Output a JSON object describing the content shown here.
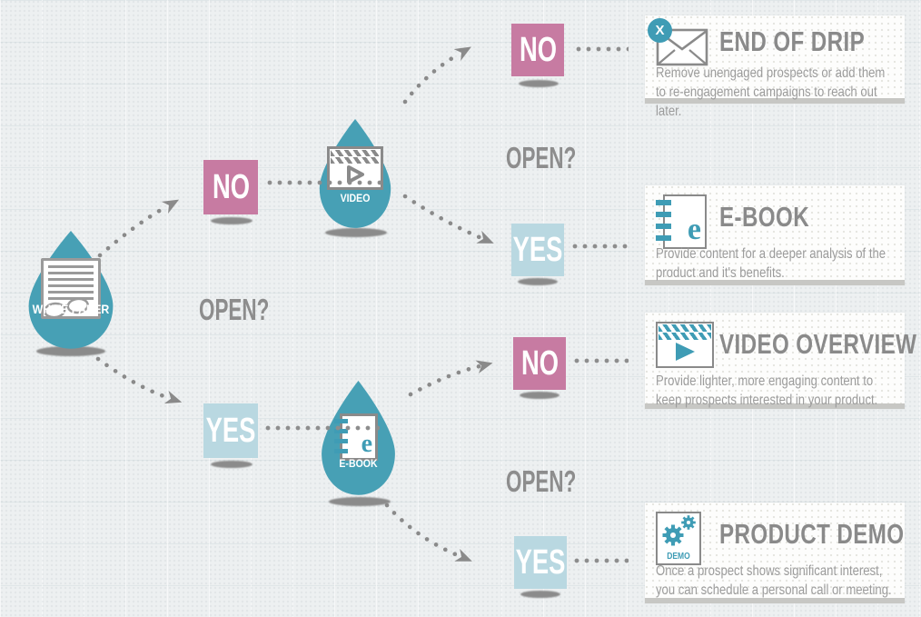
{
  "colors": {
    "teal": "#3f9cb5",
    "droplet_teal": "#47a0b5",
    "pink": "#c77ba2",
    "light_blue": "#b9d8e1",
    "title_gray": "#8a8a8a",
    "body_gray": "#9b9b9b",
    "background": "#edf0f1"
  },
  "nodes": {
    "white_paper": "WHITE PAPER",
    "video": "VIDEO",
    "ebook": "E-BOOK"
  },
  "decisions": {
    "root": "OPEN?",
    "video": "OPEN?",
    "ebook": "OPEN?"
  },
  "branches": {
    "root_no": "NO",
    "root_yes": "YES",
    "video_no": "NO",
    "video_yes": "YES",
    "ebook_no": "NO",
    "ebook_yes": "YES"
  },
  "icons": {
    "badge_x": "X",
    "ebook_letter": "e",
    "demo_label": "DEMO"
  },
  "outcomes": [
    {
      "title": "END OF DRIP",
      "description": "Remove unengaged prospects or add them to re-engagement campaigns to reach out later."
    },
    {
      "title": "E-BOOK",
      "description": "Provide content for a deeper analysis of the product and it's benefits."
    },
    {
      "title": "VIDEO OVERVIEW",
      "description": "Provide lighter, more engaging content to keep prospects interested in your product."
    },
    {
      "title": "PRODUCT DEMO",
      "description": "Once a prospect shows significant interest, you can schedule a personal call or meeting."
    }
  ]
}
